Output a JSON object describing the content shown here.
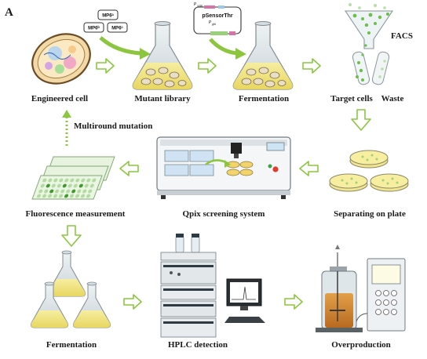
{
  "panel_letter": "A",
  "top_row": {
    "engineered_cell": "Engineered cell",
    "mutant_library": "Mutant library",
    "fermentation": "Fermentation",
    "target_cells": "Target cells",
    "waste": "Waste",
    "facs": "FACS"
  },
  "middle_row": {
    "multiround": "Multiround mutation",
    "fluorescence": "Fluorescence measurement",
    "qpix": "Qpix screening system",
    "separating": "Separating on plate"
  },
  "bottom_row": {
    "fermentation": "Fermentation",
    "hplc": "HPLC detection",
    "overproduction": "Overproduction"
  },
  "plasmids": {
    "mp1": "MP6ᵃ",
    "mp2": "MP6ᵇ",
    "mp3": "MP6ᶜ"
  },
  "sensor": {
    "name": "pSensorThr",
    "promoter_top": "P",
    "promoter_top_sub": "cysE",
    "promoter_mid": "P",
    "promoter_mid_sub": "gfd"
  },
  "colors": {
    "arrow": "#8cc63f",
    "flask_liquid": "#f2e48a",
    "dot_green": "#6cbf4a"
  }
}
